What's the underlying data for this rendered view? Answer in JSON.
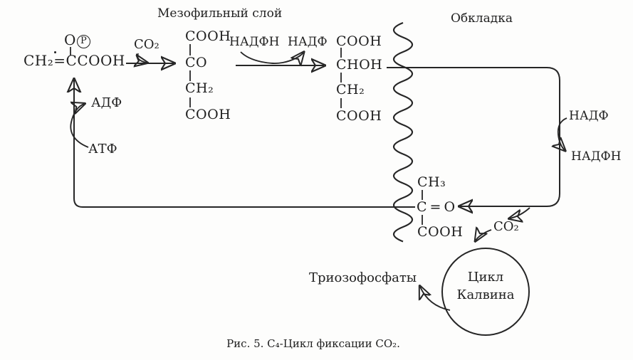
{
  "figure": {
    "mesophyll_label": "Мезофильный слой",
    "sheath_label": "Обкладка",
    "caption": "Рис. 5. C₄-Цикл фиксации CO₂."
  },
  "molecules": {
    "pep": {
      "o_label": "O",
      "p_label": "P",
      "formula": "CH₂=CCOOH"
    },
    "oxaloacetate": {
      "rows": [
        "COOH",
        "CO",
        "CH₂",
        "COOH"
      ]
    },
    "malate": {
      "rows": [
        "COOH",
        "CHOH",
        "CH₂",
        "COOH"
      ]
    },
    "pyruvate": {
      "rows": [
        "CH₃",
        "C=O",
        "COOH"
      ]
    }
  },
  "cofactors": {
    "adp": "АДФ",
    "atp": "АТФ",
    "co2_mesophyll": "CO₂",
    "nadph_mesophyll": "НАДФН",
    "nadp_mesophyll": "НАДФ",
    "nadp_sheath": "НАДФ",
    "nadph_sheath": "НАДФН",
    "co2_sheath": "CO₂"
  },
  "calvin_cycle": {
    "line1": "Цикл",
    "line2": "Калвина"
  },
  "triose_label": "Триозофосфаты",
  "colors": {
    "ink": "#262626",
    "paper": "#fdfdfc"
  }
}
